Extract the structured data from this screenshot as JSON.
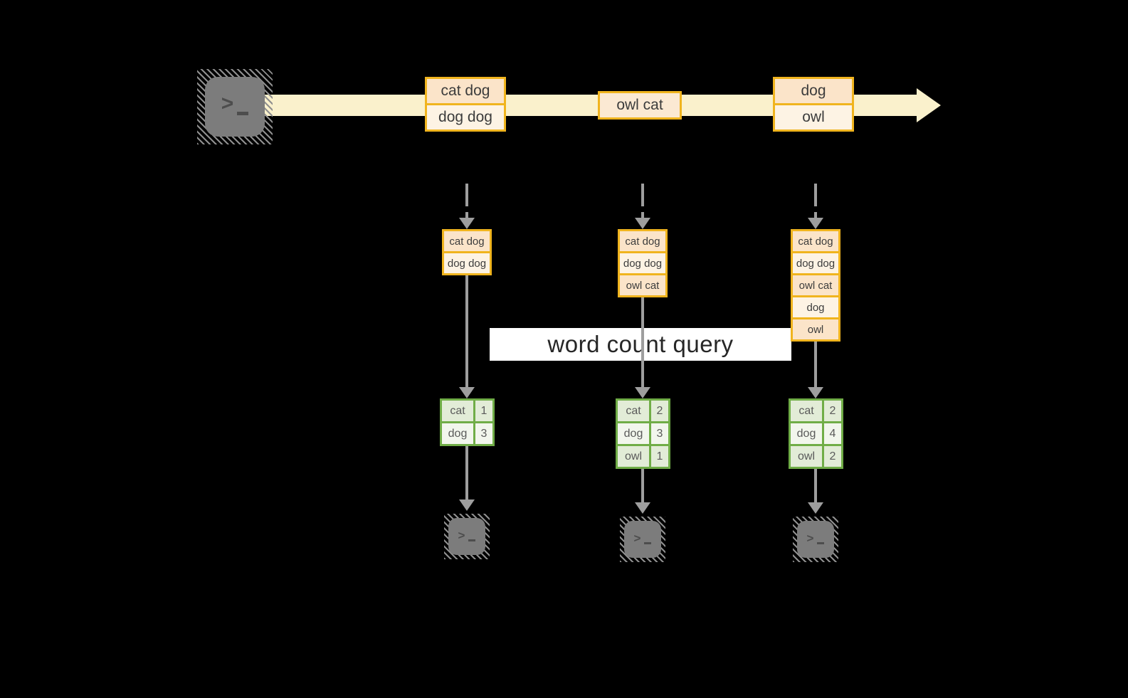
{
  "stream": {
    "source_icon": "terminal-icon",
    "groups": [
      {
        "rows": [
          "cat dog",
          "dog dog"
        ]
      },
      {
        "rows": [
          "owl cat"
        ]
      },
      {
        "rows": [
          "dog",
          "owl"
        ]
      }
    ]
  },
  "query": {
    "label": "word count query"
  },
  "columns": [
    {
      "buffer": [
        "cat dog",
        "dog dog"
      ],
      "counts": [
        [
          "cat",
          "1"
        ],
        [
          "dog",
          "3"
        ]
      ],
      "sink_icon": "terminal-icon"
    },
    {
      "buffer": [
        "cat dog",
        "dog dog",
        "owl cat"
      ],
      "counts": [
        [
          "cat",
          "2"
        ],
        [
          "dog",
          "3"
        ],
        [
          "owl",
          "1"
        ]
      ],
      "sink_icon": "terminal-icon"
    },
    {
      "buffer": [
        "cat dog",
        "dog dog",
        "owl cat",
        "dog",
        "owl"
      ],
      "counts": [
        [
          "cat",
          "2"
        ],
        [
          "dog",
          "4"
        ],
        [
          "owl",
          "2"
        ]
      ],
      "sink_icon": "terminal-icon"
    }
  ],
  "colors": {
    "background": "#000000",
    "stream_band": "#FAF1CC",
    "message_border": "#F0B41E",
    "message_fill_dark": "#FBE4C9",
    "message_fill_light": "#FDF3E4",
    "table_border": "#70AD47",
    "table_cell_dark": "#E2ECD7",
    "table_cell_light": "#F2F6ED",
    "arrow_gray": "#9E9E9E",
    "terminal_gray": "#7C7C7C",
    "query_label_bg": "#FFFFFF"
  }
}
